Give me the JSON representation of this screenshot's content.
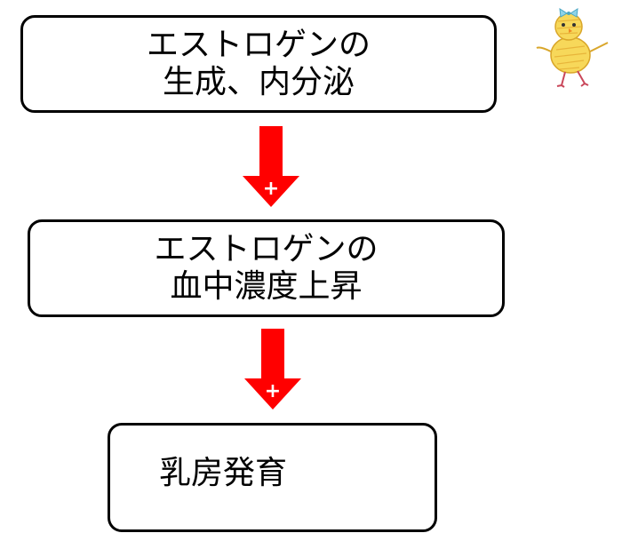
{
  "diagram": {
    "nodes": [
      {
        "id": "box1",
        "lines": [
          "エストロゲンの",
          "生成、内分泌"
        ]
      },
      {
        "id": "box2",
        "lines": [
          "エストロゲンの",
          "血中濃度上昇"
        ]
      },
      {
        "id": "box3",
        "lines": [
          "乳房発育"
        ]
      }
    ],
    "arrows": [
      {
        "from": "box1",
        "to": "box2",
        "sign": "+"
      },
      {
        "from": "box2",
        "to": "box3",
        "sign": "+"
      }
    ]
  },
  "colors": {
    "arrow": "#ff0000",
    "box_border": "#000000",
    "text": "#000000"
  },
  "icons": {
    "decoration": "chick-drawing-icon"
  }
}
